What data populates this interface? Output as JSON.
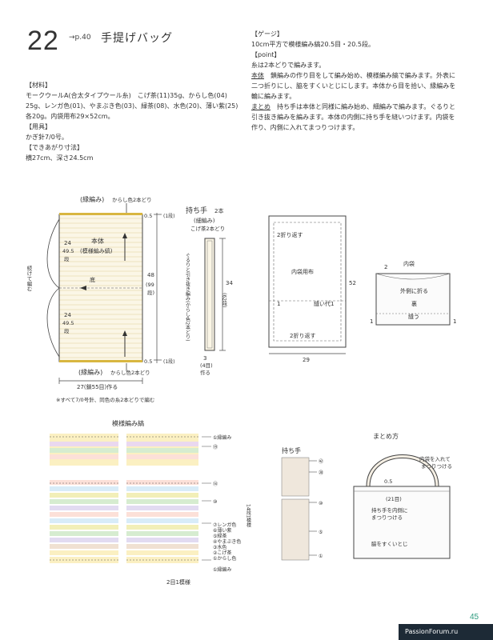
{
  "header": {
    "number": "22",
    "ref": "→p.40",
    "title": "手提げバッグ"
  },
  "left": {
    "materials_head": "【材料】",
    "materials_lines": [
      "モークウールA(合太タイプウール糸)　こげ茶(11)35g、からし色(04)",
      "25g、レンガ色(01)、やまぶき色(03)、緑茶(08)、水色(20)、薄い紫(25)",
      "各20g。内袋用布29×52cm。"
    ],
    "tools_head": "【用具】",
    "tools_line": "かぎ針7/0号。",
    "size_head": "【できあがり寸法】",
    "size_line": "横27cm、深さ24.5cm"
  },
  "right": {
    "gauge_head": "【ゲージ】",
    "gauge_line": "10cm平方で模様編み縞20.5目・20.5段。",
    "point_head": "【point】",
    "point_line": "糸は2本どりで編みます。",
    "body_label": "本体",
    "body_lines": [
      "　鎖編みの作り目をして編み始め、模様編み縞で編みます。外表に",
      "二つ折りにし、脇をすくいとじにします。本体から目を拾い、縁編みを",
      "輪に編みます。"
    ],
    "finish_label": "まとめ",
    "finish_lines": [
      "　持ち手は本体と同様に編み始め、細編みで編みます。ぐるりと",
      "引き抜き編みを編みます。本体の内側に持ち手を縫いつけます。内袋を",
      "作り、内側に入れてまつりつけます。"
    ]
  },
  "body_diagram": {
    "top_label": "(縁編み)",
    "top_sub": "からし色2本どり",
    "title": "本体",
    "subtitle": "(模様編み縞)",
    "left_24": "24",
    "left_495": "49.5",
    "left_dan": "段",
    "middle": "底",
    "side_text": "続けて編む",
    "right_48": "48",
    "right_99": "(99",
    "right_dan": "段)",
    "top_05": "0.5",
    "top_1dan": "(1段)",
    "bottom_05": "0.5",
    "bottom_1dan": "(1段)",
    "bottom_label": "(縁編み)",
    "bottom_sub": "からし色2本どり",
    "width_label": "27(鎖55目)作る",
    "note": "※すべて7/0号針、同色の糸2本どりで編む"
  },
  "handle_diagram": {
    "title": "持ち手",
    "count": "2本",
    "sub1": "(細編み)",
    "sub2": "こげ茶2本どり",
    "vertical": "ぐるりと引き抜き編み(からし色2本どり)",
    "len_34": "34",
    "len_62": "(62段)",
    "width_3": "3",
    "width_4": "(4目)",
    "make": "作る"
  },
  "lining_diagram": {
    "fold_top": "2折り返す",
    "name": "内袋用布",
    "seam": "縫い代1",
    "left1": "1",
    "height": "52",
    "fold_bottom": "2折り返す",
    "width": "29"
  },
  "inner_bag": {
    "title": "内袋",
    "two": "2",
    "outer_fold": "外側に折る",
    "back": "裏",
    "sew": "縫う",
    "one_left": "1",
    "one_right": "1"
  },
  "pattern_chart": {
    "title": "模様編み縞",
    "legend_rows": [
      "①縁編み",
      "⑲",
      "⑭",
      "⑦レンガ色",
      "⑥薄い紫",
      "⑤緑茶",
      "④やまぶき色",
      "③水色",
      "②こげ茶",
      "①からし色",
      "①縁編み"
    ],
    "legend_99": "⑲",
    "legend_10": "⑩",
    "side_14": "14段1模様",
    "repeat": "2目1模様"
  },
  "handle_chart": {
    "title": "持ち手",
    "r62": "㊷",
    "r60": "⑳",
    "r10": "⑩",
    "r5": "⑤",
    "r1": "①"
  },
  "finish_diagram": {
    "title": "まとめ方",
    "note1": "内袋を入れて",
    "note2": "まつりつける",
    "val_05": "0.5",
    "val_21": "(21目)",
    "handle_note1": "持ち手を内側に",
    "handle_note2": "まつりつける",
    "side_note": "脇をすくいとじ"
  },
  "footer": {
    "page": "45",
    "watermark": "PassionForum.ru"
  },
  "colors": {
    "accent": "#2e9b7f",
    "brick": "#e59a8a",
    "purple": "#b4a5d6",
    "green": "#9fd08f",
    "yellow": "#f2e07a",
    "blue": "#a9d3ee",
    "brown": "#c9b49c",
    "mustard": "#e8d389"
  }
}
